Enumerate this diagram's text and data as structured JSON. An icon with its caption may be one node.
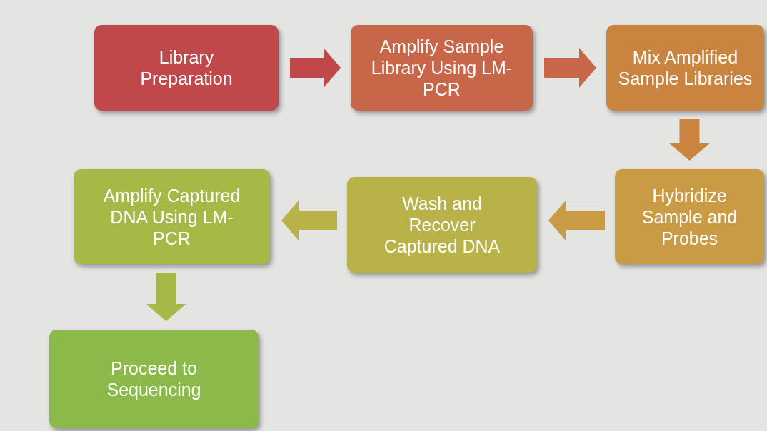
{
  "diagram": {
    "nodes": [
      {
        "text": [
          "Library Preparation"
        ]
      },
      {
        "text": [
          "Amplify Sample Library Using LM-PCR"
        ]
      },
      {
        "text": [
          "Mix Amplified Sample Libraries"
        ]
      },
      {
        "text": [
          "Hybridize Sample and Probes"
        ]
      },
      {
        "text": [
          "Wash and Recover Captured DNA"
        ]
      },
      {
        "text": [
          "Amplify Captured DNA Using LM-PCR"
        ]
      },
      {
        "text": [
          "Proceed to Sequencing"
        ]
      }
    ],
    "edges": [
      {
        "from": 0,
        "to": 1,
        "arrow": "to",
        "style": "thick",
        "color": "#c0474a"
      },
      {
        "from": 1,
        "to": 2,
        "arrow": "to",
        "style": "thick",
        "color": "#c8664a"
      },
      {
        "from": 2,
        "to": 3,
        "arrow": "to",
        "style": "thick",
        "color": "#c9843f"
      },
      {
        "from": 3,
        "to": 4,
        "arrow": "to",
        "style": "thick",
        "color": "#c99b45"
      },
      {
        "from": 4,
        "to": 5,
        "arrow": "to",
        "style": "thick",
        "color": "#b9b249"
      },
      {
        "from": 5,
        "to": 6,
        "arrow": "to",
        "style": "thick",
        "color": "#a6b947"
      }
    ]
  }
}
